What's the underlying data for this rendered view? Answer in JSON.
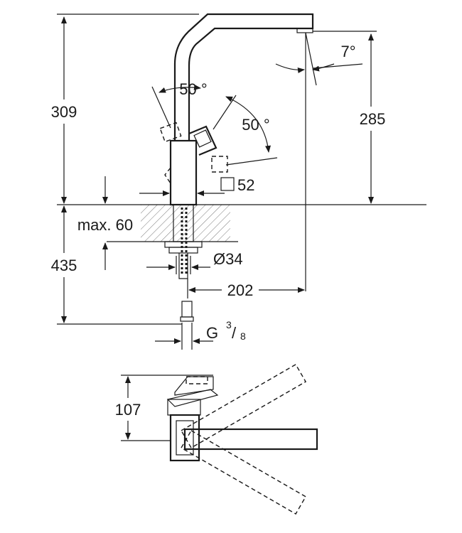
{
  "dimensions": {
    "height_total": "309",
    "spout_height": "285",
    "angle_spout": "7°",
    "lever_angle_left": "50 °",
    "lever_angle_right": "50 °",
    "base_square": "52",
    "max_counter": "max. 60",
    "below_counter": "435",
    "hole_diameter": "Ø34",
    "reach": "202",
    "thread_main": "G",
    "thread_num": "3",
    "thread_den": "8",
    "top_view_height": "107"
  }
}
